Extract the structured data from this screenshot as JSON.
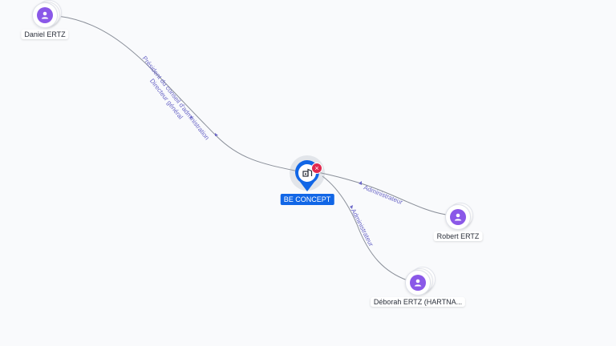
{
  "company": {
    "name": "BE CONCEPT",
    "icon": "building-icon",
    "close_icon": "close-icon",
    "pin_color": "#1166e6",
    "badge_color": "#e0294f"
  },
  "persons": [
    {
      "name": "Daniel ERTZ",
      "icon": "person-icon",
      "color": "#8a58e8"
    },
    {
      "name": "Robert ERTZ",
      "icon": "person-icon",
      "color": "#8a58e8"
    },
    {
      "name": "Déborah ERTZ (HARTNA...",
      "icon": "person-icon",
      "color": "#8a58e8"
    }
  ],
  "edges": [
    {
      "from": "Daniel ERTZ",
      "to": "BE CONCEPT",
      "label_line1": "Président du conseil d'administration",
      "label_line2": "Directeur général"
    },
    {
      "from": "Robert ERTZ",
      "to": "BE CONCEPT",
      "label_line1": "Administrateur"
    },
    {
      "from": "Déborah ERTZ (HARTNA...",
      "to": "BE CONCEPT",
      "label_line1": "Administrateur"
    }
  ],
  "colors": {
    "edge": "#8a8f99",
    "edge_label": "#6b67c7",
    "background": "#f9fafc"
  }
}
